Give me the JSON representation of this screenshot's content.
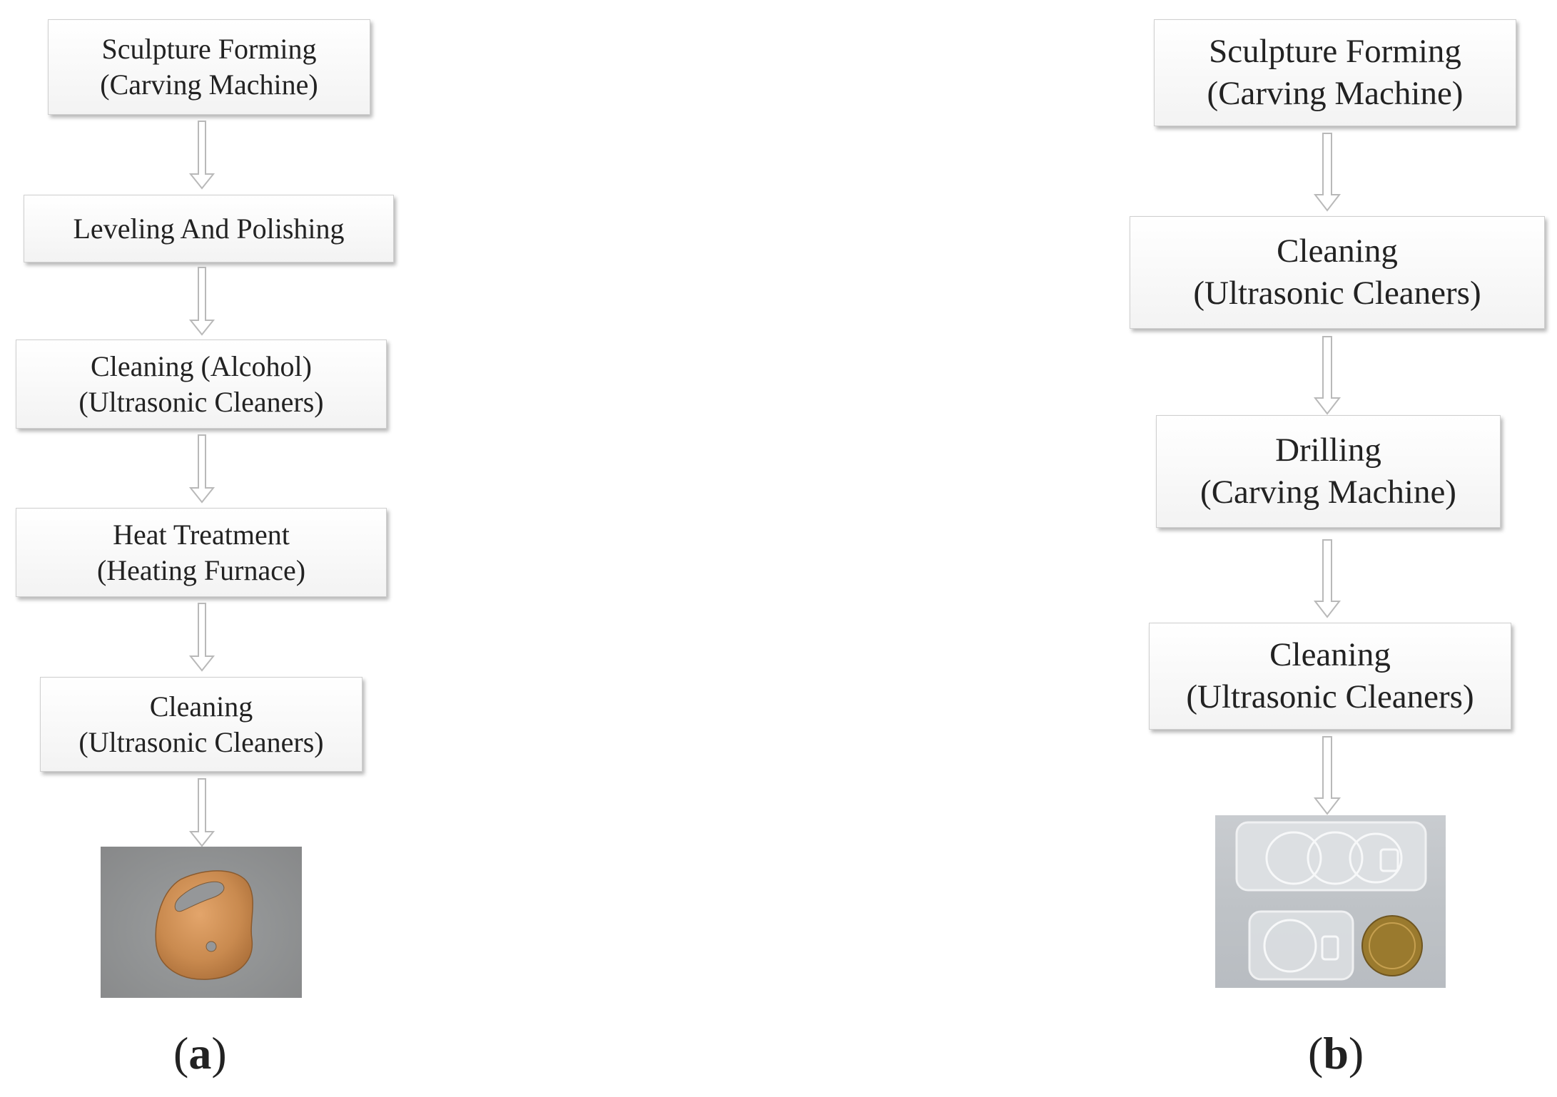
{
  "panel_a": {
    "steps": [
      {
        "line1": "Sculpture Forming",
        "line2": "(Carving Machine)"
      },
      {
        "line1": "Leveling And Polishing",
        "line2": ""
      },
      {
        "line1": "Cleaning (Alcohol)",
        "line2": "(Ultrasonic Cleaners)"
      },
      {
        "line1": "Heat Treatment",
        "line2": "(Heating Furnace)"
      },
      {
        "line1": "Cleaning",
        "line2": "(Ultrasonic Cleaners)"
      }
    ],
    "label": "a"
  },
  "panel_b": {
    "steps": [
      {
        "line1": "Sculpture Forming",
        "line2": "(Carving Machine)"
      },
      {
        "line1": "Cleaning",
        "line2": "(Ultrasonic Cleaners)"
      },
      {
        "line1": "Drilling",
        "line2": "(Carving Machine)"
      },
      {
        "line1": "Cleaning",
        "line2": "(Ultrasonic Cleaners)"
      }
    ],
    "label": "b"
  },
  "colors": {
    "box_border": "#cfcfcf",
    "copper": "#c98a4f",
    "photo_a_background": "#909293",
    "photo_b_background": "#c0c4c8"
  }
}
